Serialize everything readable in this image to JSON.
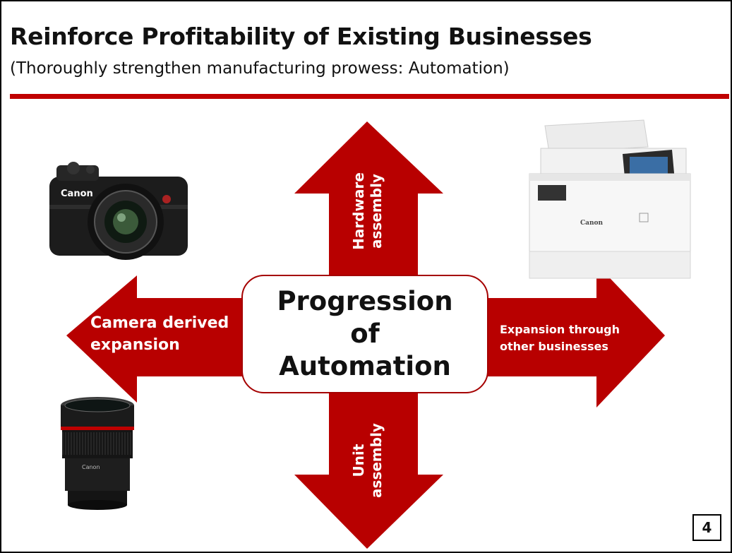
{
  "title": "Reinforce Profitability of Existing Businesses",
  "subtitle": "(Thoroughly strengthen manufacturing prowess: Automation)",
  "center": [
    "Progression",
    "of",
    "Automation"
  ],
  "arrows": {
    "up": {
      "lines": [
        "Hardware",
        "assembly"
      ]
    },
    "down": {
      "lines": [
        "Unit",
        "assembly"
      ]
    },
    "left": {
      "lines": [
        "Camera derived",
        "expansion"
      ]
    },
    "right": {
      "lines": [
        "Expansion through",
        "other businesses"
      ]
    }
  },
  "images": {
    "camera_brand": "Canon",
    "printer_brand": "Canon",
    "lens_brand": "Canon"
  },
  "page_number": "4",
  "colors": {
    "accent": "#c00000",
    "arrow": "#b80000",
    "text": "#111111"
  }
}
